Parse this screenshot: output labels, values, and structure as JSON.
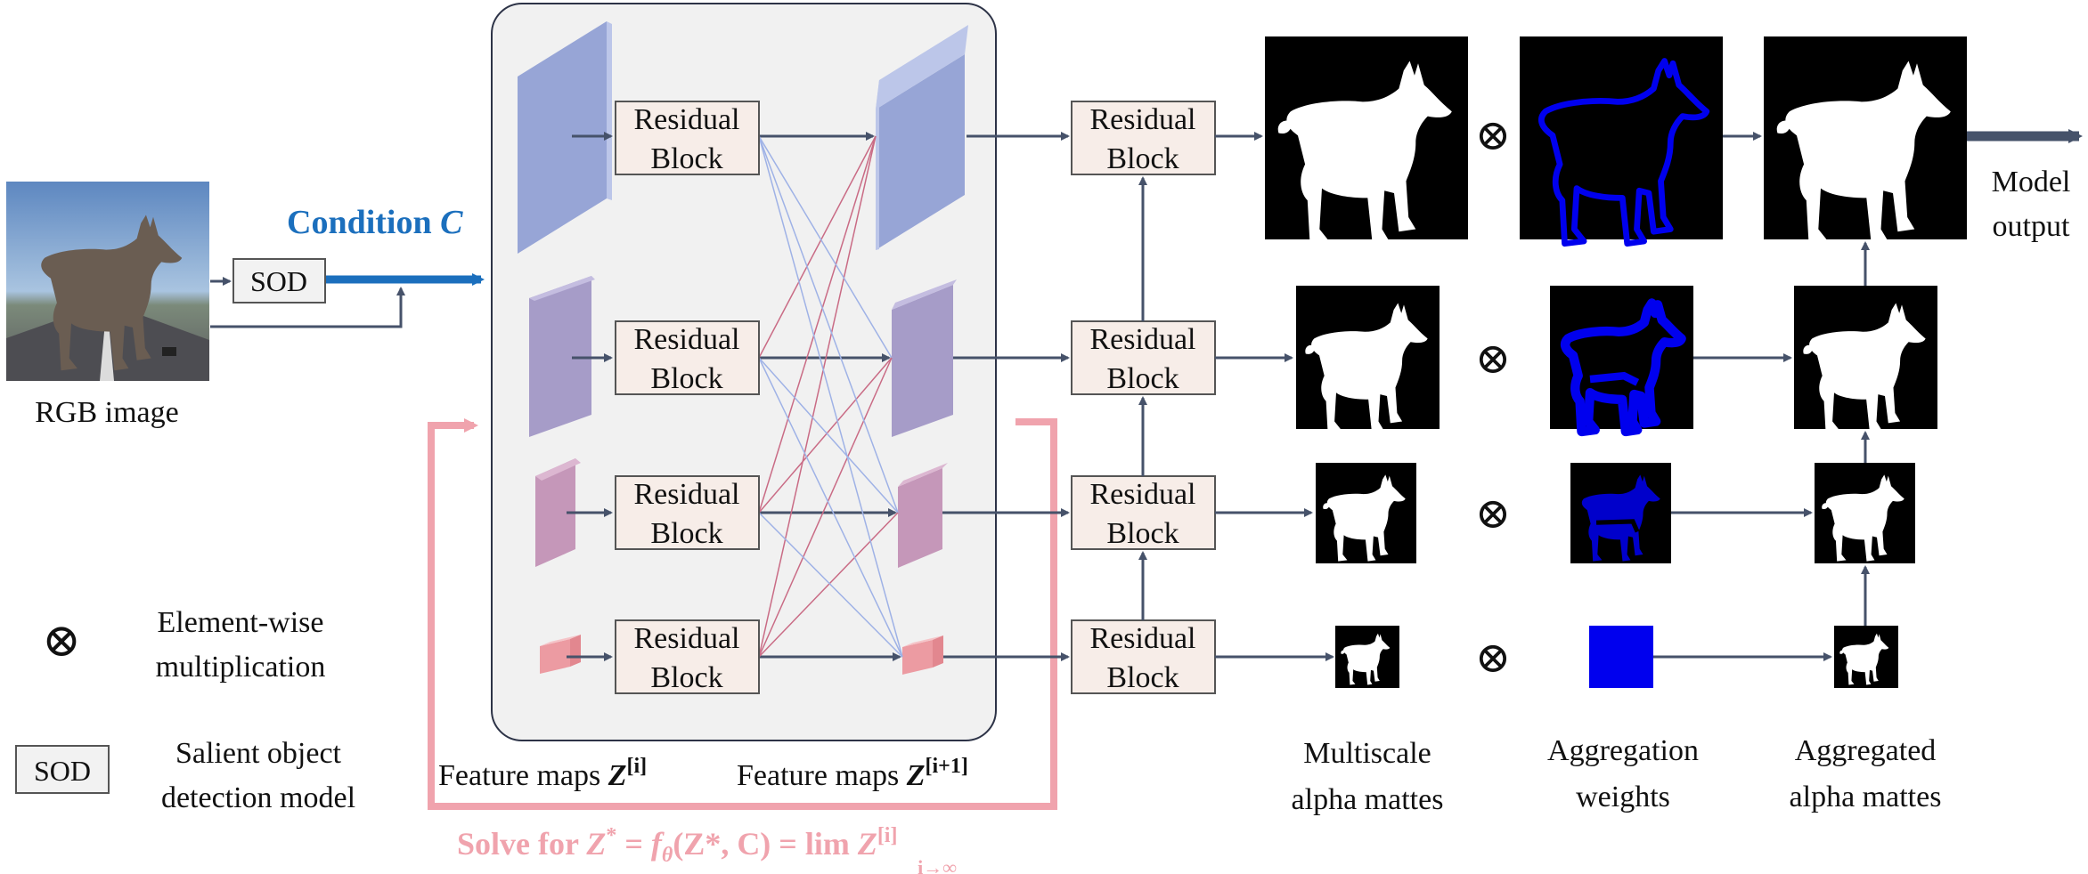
{
  "inputs": {
    "rgb_caption": "RGB image",
    "sod_label": "SOD",
    "condition_label": "Condition ",
    "condition_symbol": "C"
  },
  "block": {
    "line1": "Residual",
    "line2": "Block"
  },
  "feature_maps": {
    "left_label": "Feature maps ",
    "right_label": "Feature maps ",
    "z_symbol": "Z",
    "left_sup": "[i]",
    "right_sup": "[i+1]"
  },
  "solve": {
    "prefix": "Solve for ",
    "z_star": "Z",
    "star": "*",
    "eq1": " = ",
    "f": "f",
    "theta": "θ",
    "args": "(Z*, C) = ",
    "lim": "lim",
    "lim_sub": "i→∞",
    "z_end": " Z",
    "sup_end": "[i]"
  },
  "legend": {
    "otimes_symbol": "⊗",
    "mult_line1": "Element-wise",
    "mult_line2": "multiplication",
    "sod_box": "SOD",
    "sod_line1": "Salient object",
    "sod_line2": "detection model"
  },
  "output_label": {
    "line1": "Model",
    "line2": "output"
  },
  "columns": {
    "mattes": [
      "Multiscale",
      "alpha mattes"
    ],
    "weights": [
      "Aggregation",
      "weights"
    ],
    "aggregated": [
      "Aggregated",
      "alpha mattes"
    ]
  },
  "colors": {
    "arrow": "#46526a",
    "condition_blue": "#1b6fbd",
    "loop_pink": "#f0a3ad",
    "block_fill": "#f7ede8",
    "panel_fill": "#f1f1f1",
    "edge_blue": "#0000ee",
    "map_level1": "#97a5d6",
    "map_level2": "#a69cc8",
    "map_level3": "#c597b9",
    "map_level4": "#ec9ba2"
  }
}
